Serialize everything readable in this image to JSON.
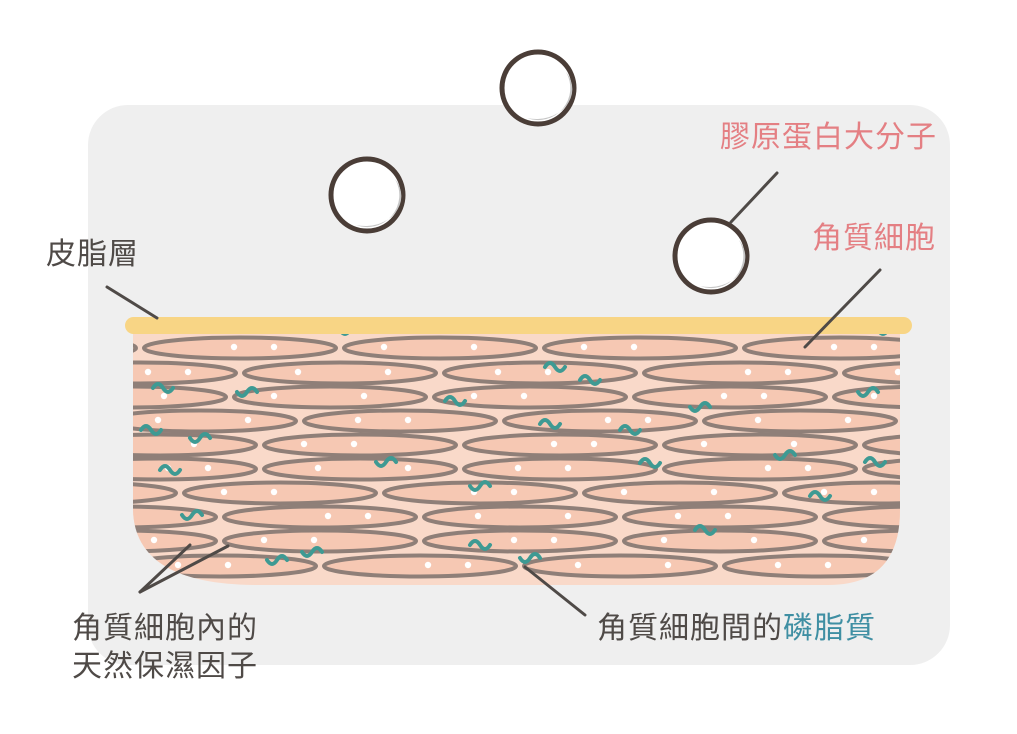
{
  "labels": {
    "sebum_layer": "皮脂層",
    "collagen_molecule": "膠原蛋白大分子",
    "corneocyte": "角質細胞",
    "nmf_line1": "角質細胞內的",
    "nmf_line2": "天然保濕因子",
    "intercellular_prefix": "角質細胞間的",
    "intercellular_lipid": "磷脂質"
  },
  "colors": {
    "panel_bg": "#efefef",
    "sebum": "#f8d585",
    "tissue": "#f9d9c9",
    "cell_fill": "#f6c8b3",
    "cell_stroke": "#8f7f78",
    "lipid": "#3e9a93",
    "molecule_stroke": "#4a3d37",
    "molecule_shadow": "#c6c6c6",
    "text_dark": "#4f4a47",
    "text_pink": "#e47f83",
    "text_teal": "#3f8fa3"
  }
}
